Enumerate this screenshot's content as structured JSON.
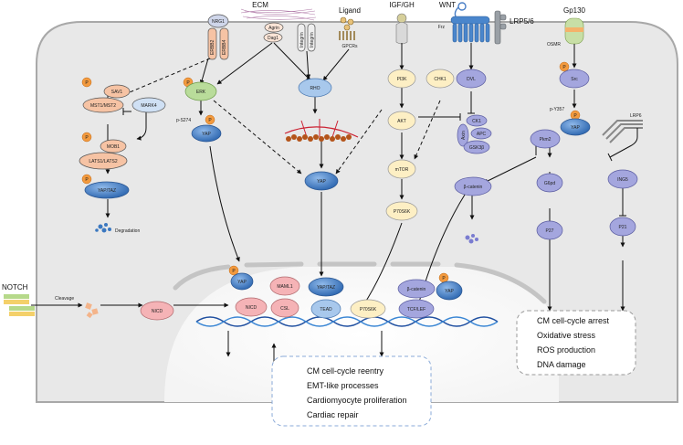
{
  "receptors": {
    "nrg1": "NRG1",
    "erbb2": "ERBB2",
    "erbb4": "ERBB4",
    "ecm": "ECM",
    "agrin": "Agrin",
    "dag1": "Dag1",
    "integrin1": "Integrin",
    "integrin2": "Integrin",
    "ligand": "Ligand",
    "gpcrs": "GPCRs",
    "igf": "IGF/GH",
    "wnt": "WNT",
    "frz": "Frz",
    "lrp56": "LRP5/6",
    "gp130": "Gp130",
    "osmr": "OSMR",
    "lrp6": "LRP6",
    "notch": "NOTCH"
  },
  "nodes": {
    "sav1": "SAV1",
    "mst": "MST1/MST2",
    "mark4": "MARK4",
    "mob1": "MOB1",
    "lats": "LATS1/LATS2",
    "yaptaz_left": "YAP/TAZ",
    "degradation": "Degradation",
    "erk": "ERK",
    "p_s274": "p-S274",
    "yap_erk": "YAP",
    "rho": "RHO",
    "yap_mid": "YAP",
    "pi3k": "PI3K",
    "chk1": "CHK1",
    "akt": "AKT",
    "mtor": "mTOR",
    "p70s6k": "P70S6K",
    "dvl": "DVL",
    "ck1": "CK1",
    "apc": "APC",
    "axin": "Axin",
    "gsk3b": "GSK3β",
    "bcatenin": "β-catenin",
    "pkm2": "Pkm2",
    "g6pd": "G6pd",
    "p27": "P27",
    "src": "Src",
    "p_y357": "p-Y357",
    "yap_src": "YAP",
    "ing5": "ING5",
    "p21": "P21",
    "cleavage": "Cleavage",
    "nicd_cyto": "NICD",
    "p_marker": "P"
  },
  "nucleus": {
    "yap_n1": "YAP",
    "maml1": "MAML1",
    "nicd": "NICD",
    "csl": "CSL",
    "yaptaz": "YAP/TAZ",
    "tead": "TEAD",
    "p70s6k": "P70S6K",
    "bcatenin": "β-catenin",
    "tcflef": "TCF/LEF",
    "yap_n2": "YAP"
  },
  "outcomes_left": [
    "CM cell-cycle reentry",
    "EMT-like processes",
    "Cardiomyocyte proliferation",
    "Cardiac repair"
  ],
  "outcomes_right": [
    "CM cell-cycle arrest",
    "Oxidative stress",
    "ROS production",
    "DNA damage"
  ],
  "colors": {
    "cell": "#e9e9e9",
    "cell_border": "#9a9a9a",
    "hippo": "#f6c3a4",
    "yap_blue": "#3b78c0",
    "erk_green": "#b9dc9a",
    "rho_blue": "#a8c8ec",
    "yellow": "#fdefc4",
    "wnt_purple": "#a4a6de",
    "pink": "#f5b3b6",
    "phospho": "#f39a3e"
  }
}
